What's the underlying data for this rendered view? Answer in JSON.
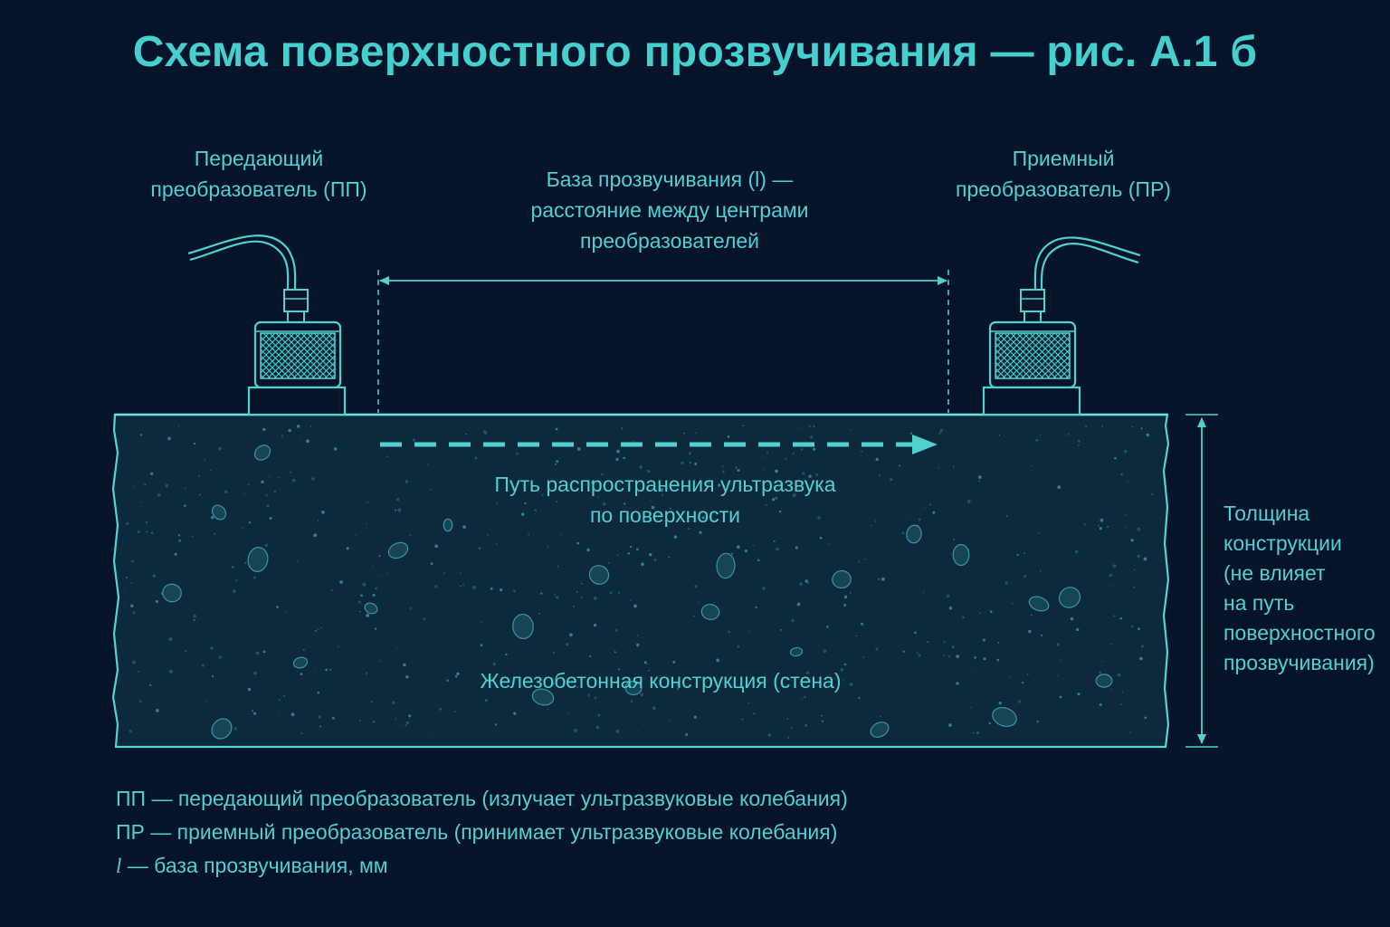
{
  "title": "Схема поверхностного прозвучивания — рис. А.1 б",
  "transmitter": {
    "label_lines": [
      "Передающий",
      "преобразователь (ПП)"
    ]
  },
  "receiver": {
    "label_lines": [
      "Приемный",
      "преобразователь (ПР)"
    ]
  },
  "base": {
    "label_lines": [
      "База прозвучивания (l) —",
      "расстояние между центрами",
      "преобразователей"
    ]
  },
  "path": {
    "label_lines": [
      "Путь распространения ультразвука",
      "по поверхности"
    ]
  },
  "wall": {
    "label": "Железобетонная конструкция (стена)"
  },
  "thickness": {
    "label_lines": [
      "Толщина",
      "конструкции",
      "(не влияет",
      "на путь",
      "поверхностного",
      "прозвучивания)"
    ]
  },
  "legend": [
    {
      "symbol": "ПП",
      "text": " — передающий преобразователь (излучает ультразвуковые колебания)",
      "italic": false
    },
    {
      "symbol": "ПР",
      "text": " — приемный преобразователь (принимает ультразвуковые колебания)",
      "italic": false
    },
    {
      "symbol": "l",
      "text": " — база прозвучивания, мм",
      "italic": true
    }
  ],
  "colors": {
    "background": "#06142a",
    "accent": "#45cfcf",
    "concrete": "#0c2a3c"
  }
}
